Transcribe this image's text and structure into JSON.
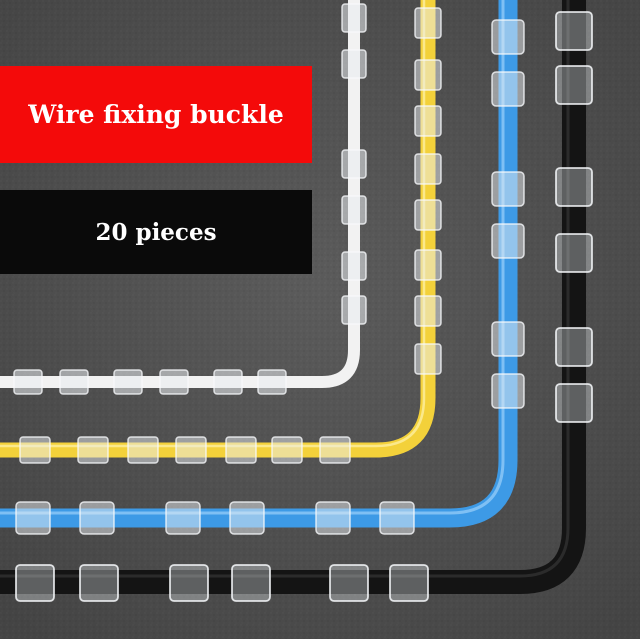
{
  "banners": {
    "title": "Wire fixing buckle",
    "quantity": "20 pieces"
  },
  "colors": {
    "background": "#595959",
    "red_banner": "#f40a0a",
    "black_banner": "#0a0a0a",
    "cable_white": "#f2f2f2",
    "cable_yellow": "#f3d13a",
    "cable_blue": "#3d9ae6",
    "cable_black": "#141414",
    "clip": "#e6eaee"
  },
  "cables": [
    "white-cable",
    "yellow-cable",
    "blue-cable",
    "black-cable"
  ]
}
